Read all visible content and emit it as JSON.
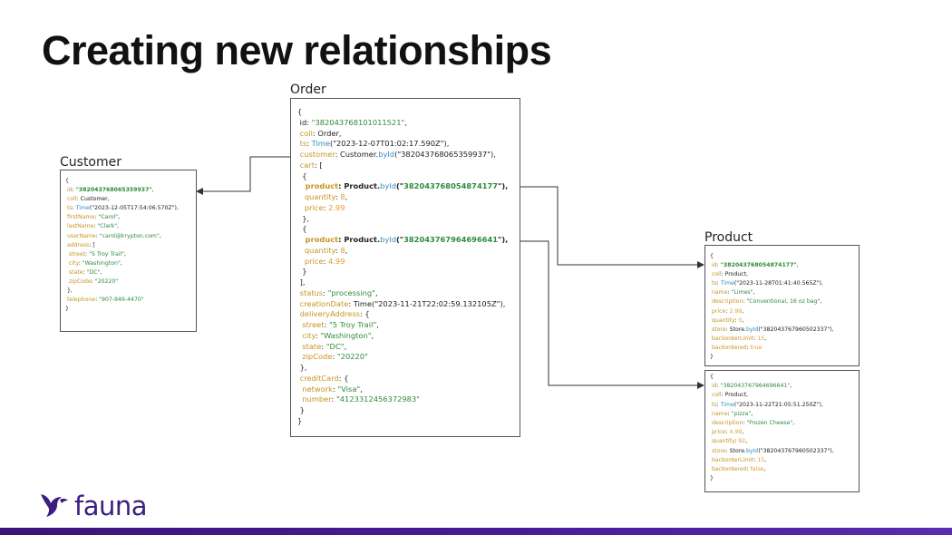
{
  "title": "Creating new relationships",
  "labels": {
    "order": "Order",
    "customer": "Customer",
    "product": "Product"
  },
  "logo_text": "fauna",
  "colors": {
    "key": "#c8941f",
    "string": "#2e8b3a",
    "function": "#2f8dbf",
    "number": "#e39b2e",
    "brand": "#3a1e82"
  },
  "order_lines": [
    [
      [
        "{",
        ""
      ]
    ],
    [
      [
        " id",
        ""
      ],
      [
        ": ",
        ""
      ],
      [
        "\"382043768101011521\"",
        "s"
      ],
      [
        ",",
        ""
      ]
    ],
    [
      [
        " coll",
        "k"
      ],
      [
        ": Order,",
        ""
      ]
    ],
    [
      [
        " ts",
        "k"
      ],
      [
        ": ",
        ""
      ],
      [
        "Time",
        "f"
      ],
      [
        "(\"2023-12-07T01:02:17.590Z\"),",
        ""
      ]
    ],
    [
      [
        " customer",
        "k"
      ],
      [
        ": Customer.",
        ""
      ],
      [
        "byId",
        "f"
      ],
      [
        "(\"382043768065359937\"),",
        ""
      ]
    ],
    [
      [
        " cart",
        "k"
      ],
      [
        ": [",
        ""
      ]
    ],
    [
      [
        "  {",
        ""
      ]
    ],
    [
      [
        "   product",
        "bk"
      ],
      [
        ": Product.",
        "b"
      ],
      [
        "byId",
        "f"
      ],
      [
        "(\"",
        "b"
      ],
      [
        "382043768054874177",
        "sb"
      ],
      [
        "\"),",
        "b"
      ]
    ],
    [
      [
        "   quantity",
        "k"
      ],
      [
        ": ",
        ""
      ],
      [
        "8",
        "n"
      ],
      [
        ",",
        ""
      ]
    ],
    [
      [
        "   price",
        "k"
      ],
      [
        ": ",
        ""
      ],
      [
        "2.99",
        "n"
      ]
    ],
    [
      [
        "  },",
        ""
      ]
    ],
    [
      [
        "  {",
        ""
      ]
    ],
    [
      [
        "   product",
        "bk"
      ],
      [
        ": Product.",
        "b"
      ],
      [
        "byId",
        "f"
      ],
      [
        "(\"",
        "b"
      ],
      [
        "382043767964696641",
        "sb"
      ],
      [
        "\"),",
        "b"
      ]
    ],
    [
      [
        "   quantity",
        "k"
      ],
      [
        ": ",
        ""
      ],
      [
        "8",
        "n"
      ],
      [
        ",",
        ""
      ]
    ],
    [
      [
        "   price",
        "k"
      ],
      [
        ": ",
        ""
      ],
      [
        "4.99",
        "n"
      ]
    ],
    [
      [
        "  }",
        ""
      ]
    ],
    [
      [
        " ],",
        ""
      ]
    ],
    [
      [
        " status",
        "k"
      ],
      [
        ": ",
        ""
      ],
      [
        "\"processing\"",
        "s"
      ],
      [
        ",",
        ""
      ]
    ],
    [
      [
        " creationDate",
        "k"
      ],
      [
        ": Time(\"2023-11-21T22:02:59.132105Z\"),",
        ""
      ]
    ],
    [
      [
        " deliveryAddress",
        "k"
      ],
      [
        ": {",
        ""
      ]
    ],
    [
      [
        "  street",
        "k"
      ],
      [
        ": ",
        ""
      ],
      [
        "\"5 Troy Trail\"",
        "s"
      ],
      [
        ",",
        ""
      ]
    ],
    [
      [
        "  city",
        "k"
      ],
      [
        ": ",
        ""
      ],
      [
        "\"Washington\"",
        "s"
      ],
      [
        ",",
        ""
      ]
    ],
    [
      [
        "  state",
        "k"
      ],
      [
        ": ",
        ""
      ],
      [
        "\"DC\"",
        "s"
      ],
      [
        ",",
        ""
      ]
    ],
    [
      [
        "  zipCode",
        "k"
      ],
      [
        ": ",
        ""
      ],
      [
        "\"20220\"",
        "s"
      ]
    ],
    [
      [
        " },",
        ""
      ]
    ],
    [
      [
        " creditCard",
        "k"
      ],
      [
        ": {",
        ""
      ]
    ],
    [
      [
        "  network",
        "k"
      ],
      [
        ": ",
        ""
      ],
      [
        "\"Visa\"",
        "s"
      ],
      [
        ",",
        ""
      ]
    ],
    [
      [
        "  number",
        "k"
      ],
      [
        ": ",
        ""
      ],
      [
        "\"4123312456372983\"",
        "s"
      ]
    ],
    [
      [
        " }",
        ""
      ]
    ],
    [
      [
        "}",
        ""
      ]
    ]
  ],
  "customer_lines": [
    [
      [
        "{",
        ""
      ]
    ],
    [
      [
        " id",
        "k"
      ],
      [
        ": ",
        ""
      ],
      [
        "\"382043768065359937\"",
        "sb"
      ],
      [
        ",",
        ""
      ]
    ],
    [
      [
        " coll",
        "k"
      ],
      [
        ": Customer,",
        ""
      ]
    ],
    [
      [
        " ts",
        "k"
      ],
      [
        ": ",
        ""
      ],
      [
        "Time",
        "f"
      ],
      [
        "(\"2023-12-05T17:54:06.570Z\"),",
        ""
      ]
    ],
    [
      [
        " firstName",
        "k"
      ],
      [
        ": ",
        ""
      ],
      [
        "\"Carol\"",
        "s"
      ],
      [
        ",",
        ""
      ]
    ],
    [
      [
        " lastName",
        "k"
      ],
      [
        ": ",
        ""
      ],
      [
        "\"Clark\"",
        "s"
      ],
      [
        ",",
        ""
      ]
    ],
    [
      [
        " userName",
        "k"
      ],
      [
        ": ",
        ""
      ],
      [
        "\"carol@krypton.com\"",
        "s"
      ],
      [
        ",",
        ""
      ]
    ],
    [
      [
        " address",
        "k"
      ],
      [
        ": [",
        ""
      ]
    ],
    [
      [
        "  street",
        "k"
      ],
      [
        ": ",
        ""
      ],
      [
        "\"5 Troy Trail\"",
        "s"
      ],
      [
        ",",
        ""
      ]
    ],
    [
      [
        "  city",
        "k"
      ],
      [
        ": ",
        ""
      ],
      [
        "\"Washington\"",
        "s"
      ],
      [
        ",",
        ""
      ]
    ],
    [
      [
        "  state",
        "k"
      ],
      [
        ": ",
        ""
      ],
      [
        "\"DC\"",
        "s"
      ],
      [
        ",",
        ""
      ]
    ],
    [
      [
        "  zipCode",
        "k"
      ],
      [
        ": ",
        ""
      ],
      [
        "\"20220\"",
        "s"
      ]
    ],
    [
      [
        " },",
        ""
      ]
    ],
    [
      [
        " telephone",
        "k"
      ],
      [
        ": ",
        ""
      ],
      [
        "\"907-949-4470\"",
        "s"
      ]
    ],
    [
      [
        "}",
        ""
      ]
    ]
  ],
  "product1_lines": [
    [
      [
        "{",
        ""
      ]
    ],
    [
      [
        " id",
        "k"
      ],
      [
        ": ",
        ""
      ],
      [
        "\"382043768054874177\"",
        "sb"
      ],
      [
        ",",
        ""
      ]
    ],
    [
      [
        " coll",
        "k"
      ],
      [
        ": Product,",
        ""
      ]
    ],
    [
      [
        " ts",
        "k"
      ],
      [
        ": ",
        ""
      ],
      [
        "Time",
        "f"
      ],
      [
        "(\"2023-11-28T01:41:40.565Z\"),",
        ""
      ]
    ],
    [
      [
        " name",
        "k"
      ],
      [
        ": ",
        ""
      ],
      [
        "\"Limes\"",
        "s"
      ],
      [
        ",",
        ""
      ]
    ],
    [
      [
        " description",
        "k"
      ],
      [
        ": ",
        ""
      ],
      [
        "\"Conventional, 16 oz bag\"",
        "s"
      ],
      [
        ",",
        ""
      ]
    ],
    [
      [
        " price",
        "k"
      ],
      [
        ": ",
        ""
      ],
      [
        "2.99",
        "n"
      ],
      [
        ",",
        ""
      ]
    ],
    [
      [
        " quantity",
        "k"
      ],
      [
        ": ",
        ""
      ],
      [
        "0",
        "n"
      ],
      [
        ",",
        ""
      ]
    ],
    [
      [
        " store",
        "k"
      ],
      [
        ": Store.",
        ""
      ],
      [
        "byId",
        "f"
      ],
      [
        "(\"382043767960502337\"),",
        ""
      ]
    ],
    [
      [
        " backorderLimit",
        "k"
      ],
      [
        ": ",
        ""
      ],
      [
        "15",
        "n"
      ],
      [
        ",",
        ""
      ]
    ],
    [
      [
        " backordered",
        "k"
      ],
      [
        ": ",
        ""
      ],
      [
        "true",
        "n"
      ]
    ],
    [
      [
        "}",
        ""
      ]
    ]
  ],
  "product2_lines": [
    [
      [
        "{",
        ""
      ]
    ],
    [
      [
        " id",
        "k"
      ],
      [
        ": ",
        ""
      ],
      [
        "\"382043767964696641\"",
        "s"
      ],
      [
        ",",
        ""
      ]
    ],
    [
      [
        " coll",
        "k"
      ],
      [
        ": Product,",
        ""
      ]
    ],
    [
      [
        " ts",
        "k"
      ],
      [
        ": ",
        ""
      ],
      [
        "Time",
        "f"
      ],
      [
        "(\"2023-11-22T21:05:51.250Z\"),",
        ""
      ]
    ],
    [
      [
        " name",
        "k"
      ],
      [
        ": ",
        ""
      ],
      [
        "\"pizza\"",
        "s"
      ],
      [
        ",",
        ""
      ]
    ],
    [
      [
        " description",
        "k"
      ],
      [
        ": ",
        ""
      ],
      [
        "\"Frozen Cheese\"",
        "s"
      ],
      [
        ",",
        ""
      ]
    ],
    [
      [
        " price",
        "k"
      ],
      [
        ": ",
        ""
      ],
      [
        "4.99",
        "n"
      ],
      [
        ",",
        ""
      ]
    ],
    [
      [
        " quantity",
        "k"
      ],
      [
        ": ",
        ""
      ],
      [
        "92",
        "n"
      ],
      [
        ",",
        ""
      ]
    ],
    [
      [
        " store",
        "k"
      ],
      [
        ": Store.",
        ""
      ],
      [
        "byId",
        "f"
      ],
      [
        "(\"382043767960502337\"),",
        ""
      ]
    ],
    [
      [
        " backorderLimit",
        "k"
      ],
      [
        ": ",
        ""
      ],
      [
        "15",
        "n"
      ],
      [
        ",",
        ""
      ]
    ],
    [
      [
        " backordered",
        "k"
      ],
      [
        ": ",
        ""
      ],
      [
        "false",
        "n"
      ],
      [
        ",",
        ""
      ]
    ],
    [
      [
        "}",
        ""
      ]
    ]
  ]
}
